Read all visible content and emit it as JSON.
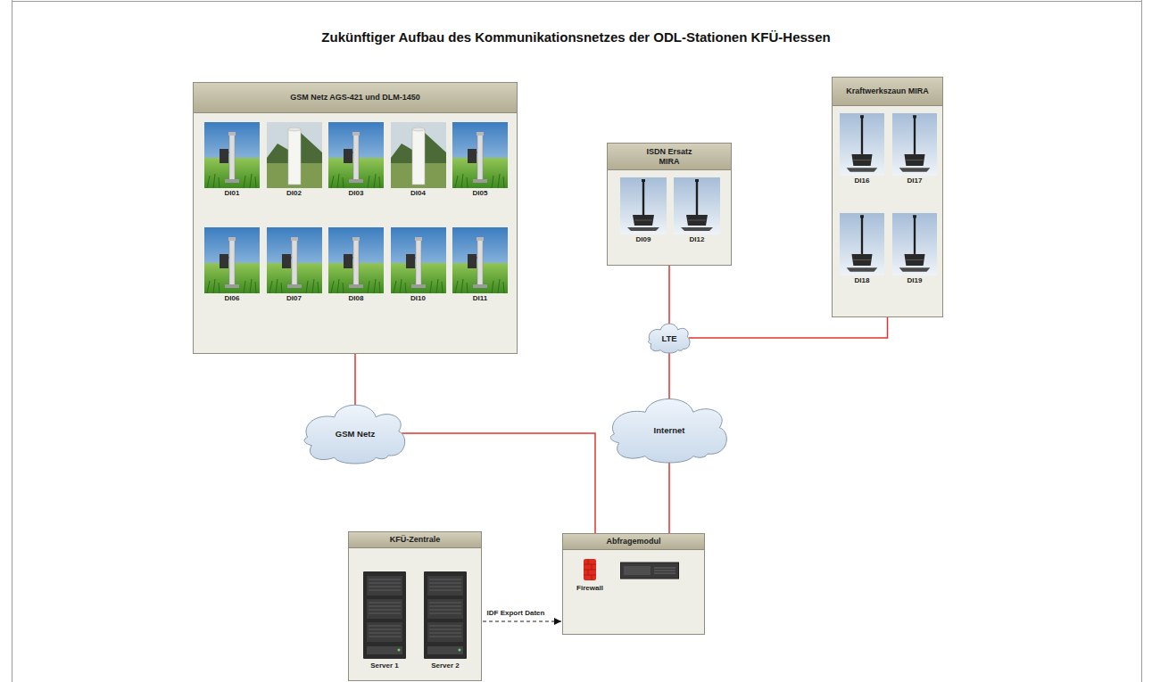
{
  "diagram": {
    "title": "Zukünftiger Aufbau des Kommunikationsnetzes der ODL-Stationen KFÜ-Hessen",
    "nodes": [
      {
        "text": [
          "GSM Netz AGS-421 und DLM-1450"
        ]
      },
      {
        "text": [
          "DI01"
        ],
        "in": 0
      },
      {
        "text": [
          "DI02"
        ],
        "in": 0
      },
      {
        "text": [
          "DI03"
        ],
        "in": 0
      },
      {
        "text": [
          "DI04"
        ],
        "in": 0
      },
      {
        "text": [
          "DI05"
        ],
        "in": 0
      },
      {
        "text": [
          "DI06"
        ],
        "in": 0
      },
      {
        "text": [
          "DI07"
        ],
        "in": 0
      },
      {
        "text": [
          "DI08"
        ],
        "in": 0
      },
      {
        "text": [
          "DI10"
        ],
        "in": 0
      },
      {
        "text": [
          "DI11"
        ],
        "in": 0
      },
      {
        "text": [
          "ISDN Ersatz MIRA"
        ]
      },
      {
        "text": [
          "DI09"
        ],
        "in": 11
      },
      {
        "text": [
          "DI12"
        ],
        "in": 11
      },
      {
        "text": [
          "Kraftwerkszaun MIRA"
        ]
      },
      {
        "text": [
          "DI16"
        ],
        "in": 14
      },
      {
        "text": [
          "DI17"
        ],
        "in": 14
      },
      {
        "text": [
          "DI18"
        ],
        "in": 14
      },
      {
        "text": [
          "DI19"
        ],
        "in": 14
      },
      {
        "text": [
          "LTE"
        ]
      },
      {
        "text": [
          "GSM Netz"
        ]
      },
      {
        "text": [
          "Internet"
        ]
      },
      {
        "text": [
          "KFÜ-Zentrale"
        ]
      },
      {
        "text": [
          "Server 1"
        ],
        "in": 22
      },
      {
        "text": [
          "Server 2"
        ],
        "in": 22
      },
      {
        "text": [
          "Abfragemodul",
          "Firewall"
        ]
      }
    ],
    "edges": [
      {
        "from": 0,
        "to": 20,
        "arrow": "none"
      },
      {
        "from": 11,
        "to": 19,
        "arrow": "none"
      },
      {
        "from": 14,
        "to": 19,
        "arrow": "none"
      },
      {
        "from": 19,
        "to": 21,
        "arrow": "none"
      },
      {
        "from": 20,
        "to": 25,
        "arrow": "none"
      },
      {
        "from": 21,
        "to": 25,
        "arrow": "none"
      },
      {
        "from": 23,
        "to": 24,
        "arrow": "none"
      },
      {
        "from": 24,
        "to": 25,
        "label": "IDF Export Daten",
        "arrow": "both"
      }
    ]
  }
}
